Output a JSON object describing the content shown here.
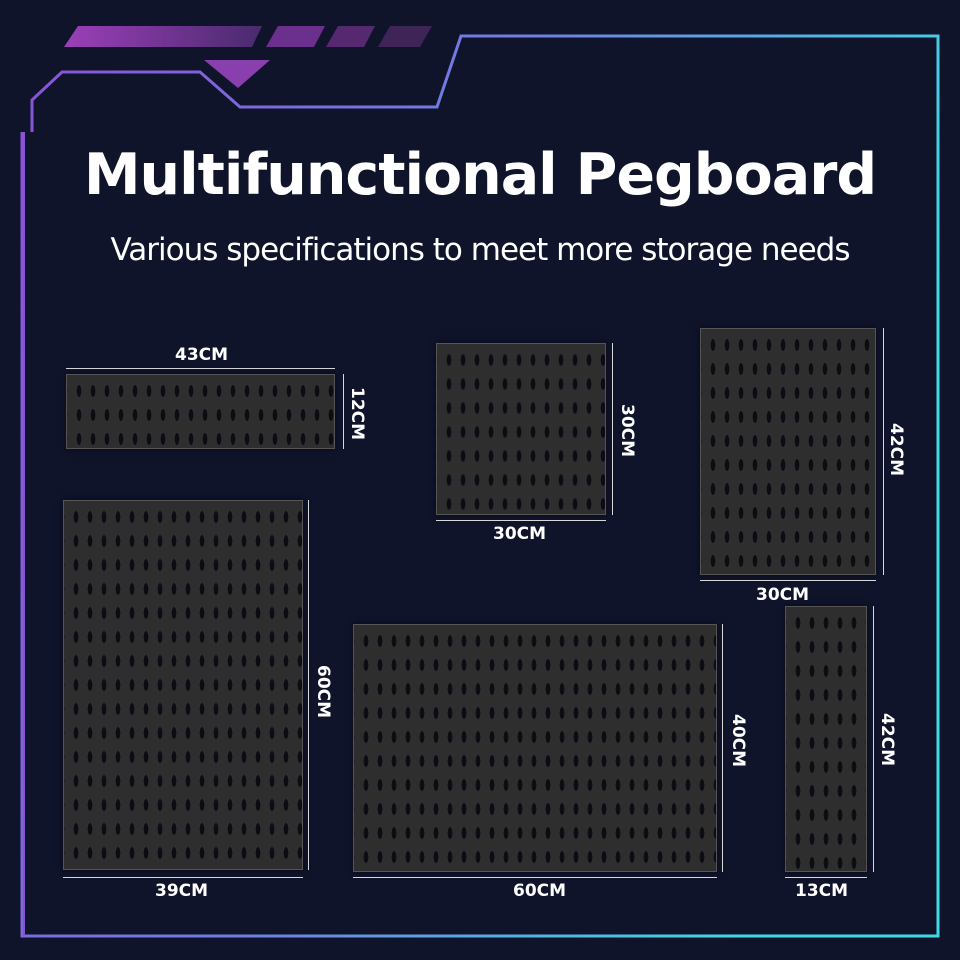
{
  "header": {
    "title": "Multifunctional Pegboard",
    "subtitle": "Various specifications to meet more storage needs"
  },
  "colors": {
    "background": "#10142b",
    "frame_gradient_start": "#8a52d6",
    "frame_gradient_end": "#3fd9e6",
    "accent_purple": "#8a3fae",
    "board": "#2e2e2e"
  },
  "boards": [
    {
      "width_label": "43CM",
      "height_label": "12CM"
    },
    {
      "width_label": "30CM",
      "height_label": "30CM"
    },
    {
      "width_label": "30CM",
      "height_label": "42CM"
    },
    {
      "width_label": "39CM",
      "height_label": "60CM"
    },
    {
      "width_label": "60CM",
      "height_label": "40CM"
    },
    {
      "width_label": "13CM",
      "height_label": "42CM"
    }
  ]
}
